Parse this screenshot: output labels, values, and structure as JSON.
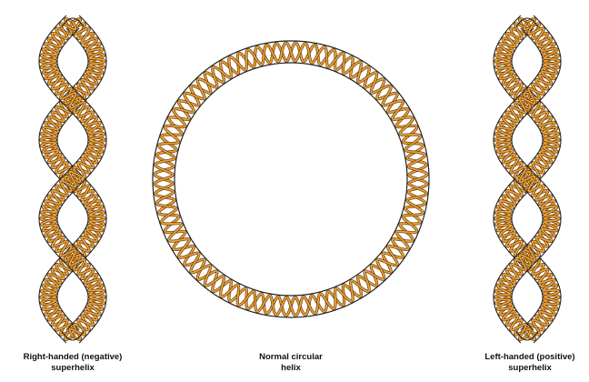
{
  "colors": {
    "outline": "#222222",
    "strand": "#e8a23c",
    "strand_edge": "#6b3d0a"
  },
  "panels": [
    {
      "id": "left",
      "line1": "Right-handed (negative)",
      "line2": "superhelix"
    },
    {
      "id": "middle",
      "line1": "Normal circular",
      "line2": "helix"
    },
    {
      "id": "right",
      "line1": "Left-handed (positive)",
      "line2": "superhelix"
    }
  ]
}
